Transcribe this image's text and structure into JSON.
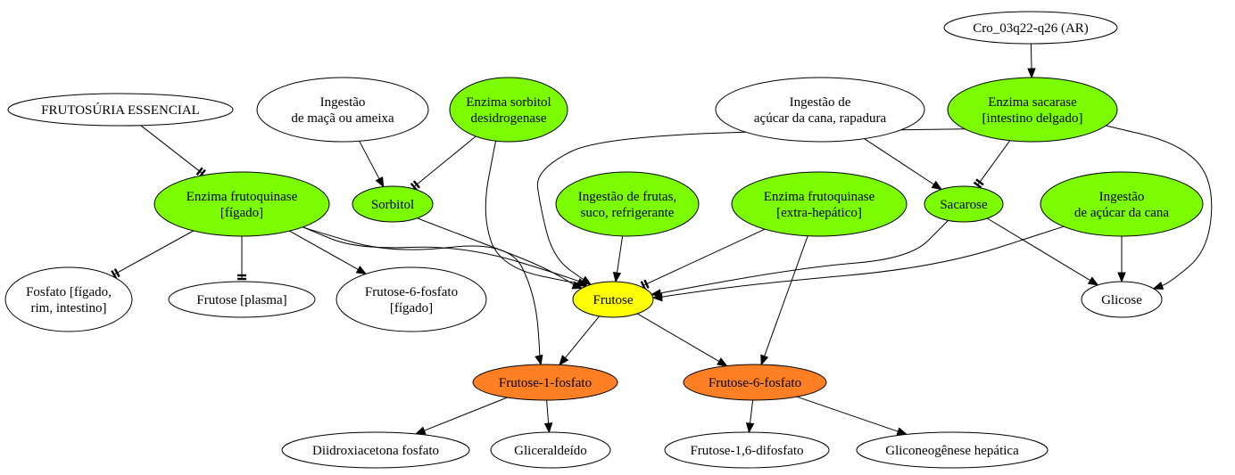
{
  "diagram": {
    "colors": {
      "green": "#7cfc00",
      "yellow": "#ffff00",
      "orange": "#ff7f24",
      "white": "#ffffff"
    },
    "nodes": [
      {
        "id": "frutosuria",
        "lines": [
          "FRUTOSÚRIA ESSENCIAL"
        ],
        "fill": "white"
      },
      {
        "id": "ingestao_maca",
        "lines": [
          "Ingestão",
          "de maçã ou ameixa"
        ],
        "fill": "white"
      },
      {
        "id": "enzima_sorbitol",
        "lines": [
          "Enzima sorbitol",
          "desidrogenase"
        ],
        "fill": "green"
      },
      {
        "id": "cro",
        "lines": [
          "Cro_03q22-q26 (AR)"
        ],
        "fill": "white"
      },
      {
        "id": "ingestao_cana_rapadura",
        "lines": [
          "Ingestão de",
          "açúcar da cana, rapadura"
        ],
        "fill": "white"
      },
      {
        "id": "enzima_sacarase",
        "lines": [
          "Enzima sacarase",
          "[intestino delgado]"
        ],
        "fill": "green"
      },
      {
        "id": "enzima_frutoquinase_figado",
        "lines": [
          "Enzima frutoquinase",
          "[fígado]"
        ],
        "fill": "green"
      },
      {
        "id": "sorbitol",
        "lines": [
          "Sorbitol"
        ],
        "fill": "green"
      },
      {
        "id": "ingestao_frutas",
        "lines": [
          "Ingestão de frutas,",
          "suco, refrigerante"
        ],
        "fill": "green"
      },
      {
        "id": "enzima_frutoquinase_extra",
        "lines": [
          "Enzima frutoquinase",
          "[extra-hepático]"
        ],
        "fill": "green"
      },
      {
        "id": "sacarose",
        "lines": [
          "Sacarose"
        ],
        "fill": "green"
      },
      {
        "id": "ingestao_acucar_cana",
        "lines": [
          "Ingestão",
          "de açúcar da cana"
        ],
        "fill": "green"
      },
      {
        "id": "fosfato",
        "lines": [
          "Fosfato [fígado,",
          "rim, intestino]"
        ],
        "fill": "white"
      },
      {
        "id": "frutose_plasma",
        "lines": [
          "Frutose [plasma]"
        ],
        "fill": "white"
      },
      {
        "id": "frutose6f_figado",
        "lines": [
          "Frutose-6-fosfato",
          "[fígado]"
        ],
        "fill": "white"
      },
      {
        "id": "frutose",
        "lines": [
          "Frutose"
        ],
        "fill": "yellow"
      },
      {
        "id": "glicose",
        "lines": [
          "Glicose"
        ],
        "fill": "white"
      },
      {
        "id": "frutose1f",
        "lines": [
          "Frutose-1-fosfato"
        ],
        "fill": "orange"
      },
      {
        "id": "frutose6f",
        "lines": [
          "Frutose-6-fosfato"
        ],
        "fill": "orange"
      },
      {
        "id": "diidroxiacetona",
        "lines": [
          "Diidroxiacetona fosfato"
        ],
        "fill": "white"
      },
      {
        "id": "gliceraldeido",
        "lines": [
          "Gliceraldeído"
        ],
        "fill": "white"
      },
      {
        "id": "frutose16",
        "lines": [
          "Frutose-1,6-difosfato"
        ],
        "fill": "white"
      },
      {
        "id": "gliconeogenese",
        "lines": [
          "Gliconeogênese hepática"
        ],
        "fill": "white"
      }
    ],
    "edges": [
      {
        "from": "frutosuria",
        "to": "enzima_frutoquinase_figado",
        "head": "tee"
      },
      {
        "from": "ingestao_maca",
        "to": "sorbitol",
        "head": "arrow"
      },
      {
        "from": "enzima_sorbitol",
        "to": "sorbitol",
        "head": "tee"
      },
      {
        "from": "enzima_sorbitol",
        "to": "frutose",
        "head": "arrow"
      },
      {
        "from": "cro",
        "to": "enzima_sacarase",
        "head": "arrow"
      },
      {
        "from": "ingestao_cana_rapadura",
        "to": "sacarose",
        "head": "arrow"
      },
      {
        "from": "enzima_sacarase",
        "to": "sacarose",
        "head": "tee"
      },
      {
        "from": "enzima_sacarase",
        "to": "frutose",
        "head": "arrow"
      },
      {
        "from": "enzima_sacarase",
        "to": "glicose",
        "head": "arrow"
      },
      {
        "from": "enzima_frutoquinase_figado",
        "to": "fosfato",
        "head": "tee"
      },
      {
        "from": "enzima_frutoquinase_figado",
        "to": "frutose_plasma",
        "head": "tee"
      },
      {
        "from": "enzima_frutoquinase_figado",
        "to": "frutose6f_figado",
        "head": "arrow"
      },
      {
        "from": "enzima_frutoquinase_figado",
        "to": "frutose",
        "head": "tee"
      },
      {
        "from": "enzima_frutoquinase_figado",
        "to": "frutose1f",
        "head": "arrow"
      },
      {
        "from": "sorbitol",
        "to": "frutose",
        "head": "arrow"
      },
      {
        "from": "ingestao_frutas",
        "to": "frutose",
        "head": "arrow"
      },
      {
        "from": "enzima_frutoquinase_extra",
        "to": "frutose",
        "head": "tee"
      },
      {
        "from": "enzima_frutoquinase_extra",
        "to": "frutose6f",
        "head": "arrow"
      },
      {
        "from": "sacarose",
        "to": "frutose",
        "head": "arrow"
      },
      {
        "from": "sacarose",
        "to": "glicose",
        "head": "arrow"
      },
      {
        "from": "ingestao_acucar_cana",
        "to": "frutose",
        "head": "arrow"
      },
      {
        "from": "ingestao_acucar_cana",
        "to": "glicose",
        "head": "arrow"
      },
      {
        "from": "frutose",
        "to": "frutose1f",
        "head": "arrow"
      },
      {
        "from": "frutose",
        "to": "frutose6f",
        "head": "arrow"
      },
      {
        "from": "frutose1f",
        "to": "diidroxiacetona",
        "head": "arrow"
      },
      {
        "from": "frutose1f",
        "to": "gliceraldeido",
        "head": "arrow"
      },
      {
        "from": "frutose6f",
        "to": "frutose16",
        "head": "arrow"
      },
      {
        "from": "frutose6f",
        "to": "gliconeogenese",
        "head": "arrow"
      }
    ]
  }
}
